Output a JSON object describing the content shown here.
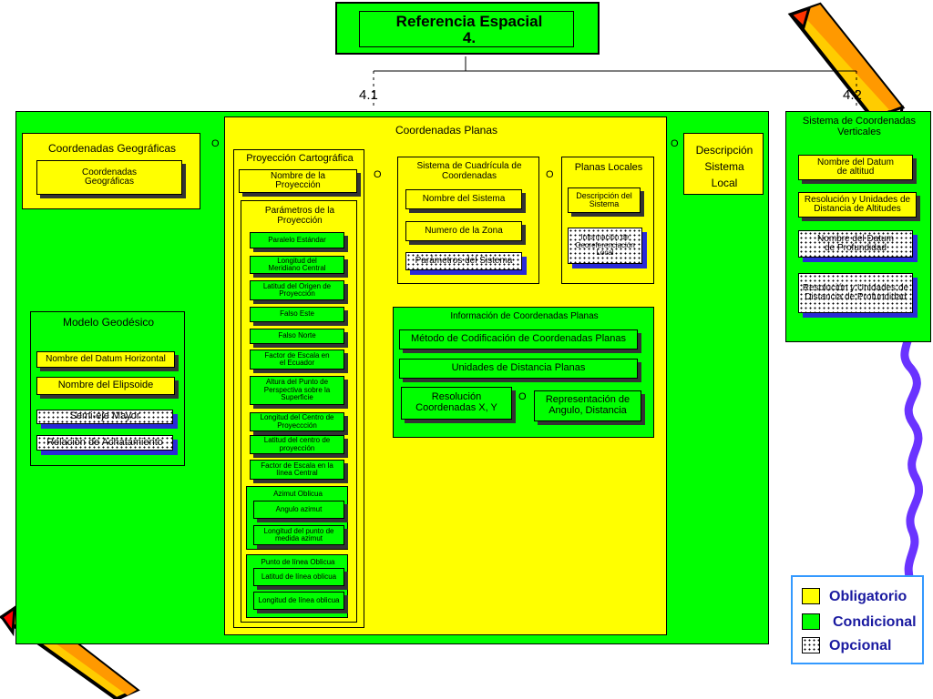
{
  "title": {
    "line1": "Referencia Espacial",
    "line2": "4."
  },
  "connector": {
    "label_41": "4.1",
    "label_42": "4.2"
  },
  "or_marker": "O",
  "left": {
    "geo": {
      "title": "Coordenadas Geográficas",
      "box": "Coordenadas Geográficas"
    },
    "geodesic": {
      "title": "Modelo Geodésico",
      "items": [
        "Nombre del Datum Horizontal",
        "Nombre del Elipsoide",
        "Semi-eje Mayor",
        "Relación de Achatamiento"
      ]
    }
  },
  "planar": {
    "title": "Coordenadas Planas",
    "projection": {
      "title": "Proyección Cartográfica",
      "name_box": "Nombre de la Proyección",
      "params_title": "Parámetros de la Proyección",
      "params": [
        "Paralelo Estándar",
        "Longitud del Meridiano Central",
        "Latitud del Origen de Proyección",
        "Falso Este",
        "Falso Norte",
        "Factor de Escala en el Ecuador",
        "Altura del Punto de Perspectiva sobre la Superficie",
        "Longitud del Centro de Proyeccción",
        "Latitud del centro de proyección",
        "Factor de Escala en la línea Central"
      ],
      "azimuth": {
        "title": "Azimut Oblicua",
        "items": [
          "Angulo azimut",
          "Longitud del punto de medida azimut"
        ]
      },
      "obline": {
        "title": "Punto de línea Oblicua",
        "items": [
          "Latitud de línea oblicua",
          "Longitud de línea oblicua"
        ]
      }
    },
    "grid": {
      "title": "Sistema de Cuadrícula de Coordenadas",
      "items": [
        "Nombre del Sistema",
        "Numero de la Zona",
        "Parámetros del Sistema"
      ]
    },
    "local": {
      "title": "Planas Locales",
      "items": [
        "Descripción del Sistema",
        "Información de Georeferenciación Local"
      ]
    },
    "info": {
      "title": "Información de Coordenadas Planas",
      "method": "Método de Codificación de Coordenadas Planas",
      "units": "Unidades de Distancia Planas",
      "resolution": "Resolución Coordenadas  X, Y",
      "representation": "Representación de Angulo, Distancia"
    }
  },
  "local_desc": {
    "line1": "Descripción",
    "line2": "Sistema",
    "line3": "Local"
  },
  "vertical": {
    "title": "Sistema de Coordenadas Verticales",
    "items": [
      "Nombre del Datum de altitud",
      "Resolución y Unidades de Distancia de Altitudes",
      "Nombre del Datum de Profundidad",
      "Resolución y Unidades de Distancia de Profundidad"
    ]
  },
  "legend": {
    "items": [
      {
        "label": "Obligatorio",
        "color": "#ffff00"
      },
      {
        "label": "Condicional",
        "color": "#00ff00"
      },
      {
        "label": "Opcional",
        "color": "dotted"
      }
    ]
  }
}
